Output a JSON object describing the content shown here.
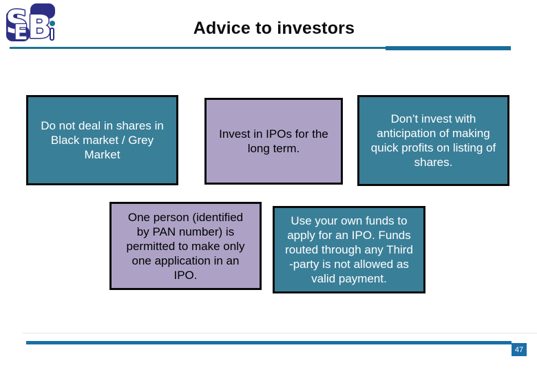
{
  "title": "Advice to investors",
  "logo": {
    "name": "sebi-logo",
    "letter_s": "S",
    "letter_e": "E",
    "letter_b": "B"
  },
  "boxes": [
    {
      "id": "black-market",
      "variant": "teal",
      "text": "Do not deal in shares in\nBlack market / Grey\nMarket"
    },
    {
      "id": "long-term",
      "variant": "lavender",
      "text": "Invest in IPOs for the\nlong term."
    },
    {
      "id": "quick-profits",
      "variant": "teal",
      "text": "Don’t invest with\nanticipation of making\nquick profits on listing of\nshares."
    },
    {
      "id": "pan-number",
      "variant": "lavender",
      "text": "One person (identified\nby PAN number) is\npermitted to make only\none application in an\nIPO."
    },
    {
      "id": "own-funds",
      "variant": "teal",
      "text": "Use your own funds to\napply for an IPO. Funds\nrouted through any Third\n-party is not allowed as\nvalid payment."
    }
  ],
  "footer": {
    "page_number": "47"
  },
  "colors": {
    "teal_box": "#3a7f98",
    "lavender_box": "#ada2c6",
    "box_border": "#0a0a0a",
    "header_line": "#1d7394",
    "header_line_thick": "#186d99",
    "footer_line": "#1b6ea8",
    "logo_navy": "#2d2f85",
    "logo_dot_teal": "#1d7394"
  }
}
